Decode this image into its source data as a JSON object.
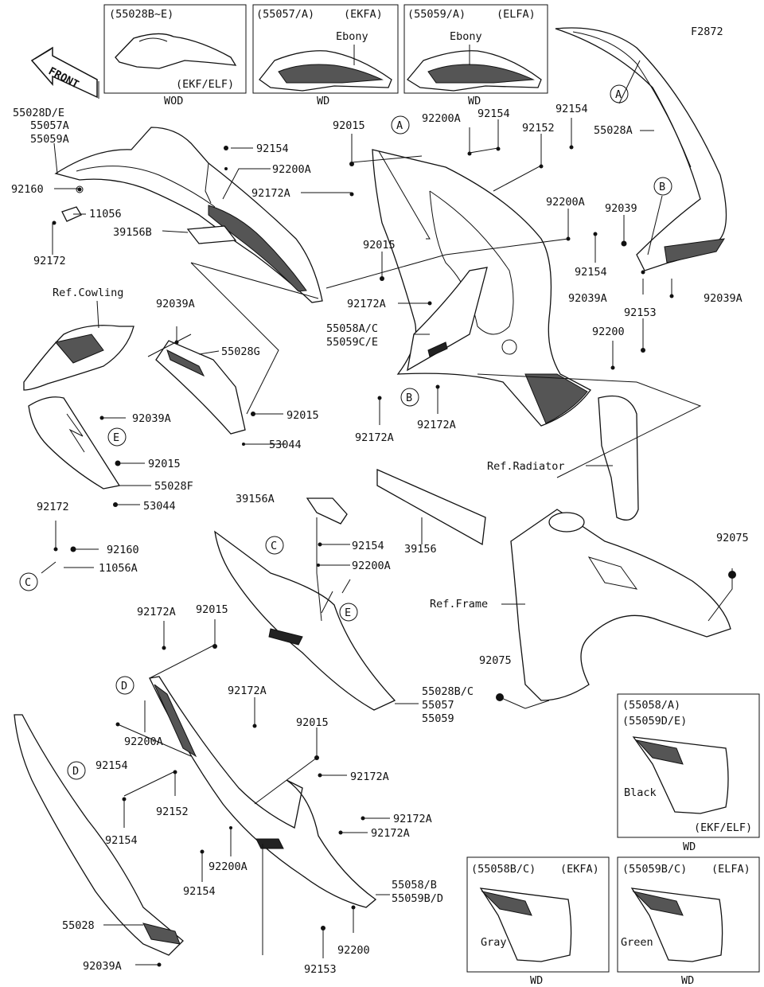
{
  "figure_id": "F2872",
  "front_label": "FRONT",
  "variants_top": [
    {
      "codes": "(55028B~E)",
      "sub": "(EKF/ELF)",
      "caption": "WOD"
    },
    {
      "codes": "(55057/A)",
      "model": "(EKFA)",
      "color": "Ebony",
      "caption": "WD"
    },
    {
      "codes": "(55059/A)",
      "model": "(ELFA)",
      "color": "Ebony",
      "caption": "WD"
    }
  ],
  "variants_bottom": [
    {
      "codes1": "(55058/A)",
      "codes2": "(55059D/E)",
      "color": "Black",
      "sub": "(EKF/ELF)",
      "caption": "WD"
    },
    {
      "codes": "(55058B/C)",
      "model": "(EKFA)",
      "color": "Gray",
      "caption": "WD"
    },
    {
      "codes": "(55059B/C)",
      "model": "(ELFA)",
      "color": "Green",
      "caption": "WD"
    }
  ],
  "refs": {
    "cowling": "Ref.Cowling",
    "radiator": "Ref.Radiator",
    "frame": "Ref.Frame"
  },
  "callouts": {
    "A": "A",
    "B": "B",
    "C": "C",
    "D": "D",
    "E": "E"
  },
  "labels": {
    "p55028d": "55028D/E",
    "p55057a": "55057A",
    "p55059a": "55059A",
    "p92160": "92160",
    "p11056": "11056",
    "p92172": "92172",
    "p39156b": "39156B",
    "p92154_1": "92154",
    "p92200a_1": "92200A",
    "p92172a_1": "92172A",
    "p92015_top": "92015",
    "p92200a_2": "92200A",
    "p92154_2": "92154",
    "p92154_3": "92154",
    "p92152_1": "92152",
    "p55028a_1": "55028A",
    "p92039": "92039",
    "p92200a_3": "92200A",
    "p92154_4": "92154",
    "p92015_2": "92015",
    "p92172a_2": "92172A",
    "p55058a": "55058A/C",
    "p55059c": "55059C/E",
    "p92039a_1": "92039A",
    "p92039a_2": "92039A",
    "p92153_1": "92153",
    "p92200_1": "92200",
    "p92172a_3": "92172A",
    "p92172a_4": "92172A",
    "p92039a_3": "92039A",
    "p55028g": "55028G",
    "p92039a_4": "92039A",
    "p92015_3": "92015",
    "p53044_1": "53044",
    "p92015_4": "92015",
    "p55028f": "55028F",
    "p53044_2": "53044",
    "p92172_2": "92172",
    "p92160_2": "92160",
    "p11056a": "11056A",
    "p39156a": "39156A",
    "p39156": "39156",
    "p92154_5": "92154",
    "p92200a_4": "92200A",
    "p92075_1": "92075",
    "p92172a_5": "92172A",
    "p92015_5": "92015",
    "p55028bc": "55028B/C",
    "p55057": "55057",
    "p55059": "55059",
    "p92075_2": "92075",
    "p92172a_6": "92172A",
    "p92200a_5": "92200A",
    "p92154_6": "92154",
    "p92015_6": "92015",
    "p92172a_7": "92172A",
    "p92152_2": "92152",
    "p92154_7": "92154",
    "p92172a_8": "92172A",
    "p92172a_9": "92172A",
    "p92200a_6": "92200A",
    "p92154_8": "92154",
    "p55058b": "55058/B",
    "p55059bd": "55059B/D",
    "p55028": "55028",
    "p92200_2": "92200",
    "p92039a_5": "92039A",
    "p92153_2": "92153"
  }
}
